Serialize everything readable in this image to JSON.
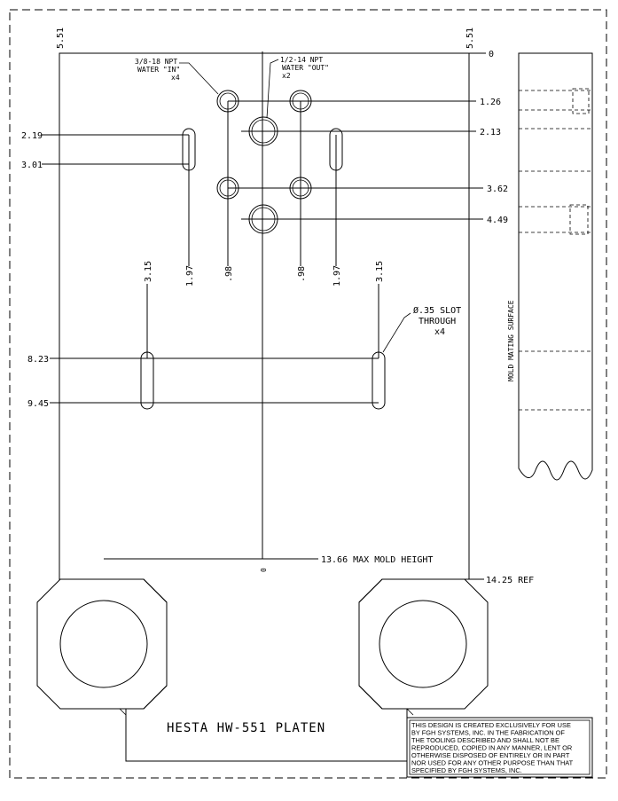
{
  "drawing": {
    "title": "HESTA HW-551 PLATEN",
    "top_left_dim": "5.51",
    "top_right_dim": "5.51",
    "right_dims": [
      "0",
      "1.26",
      "2.13",
      "3.62",
      "4.49"
    ],
    "left_dims": [
      "2.19",
      "3.01",
      "8.23",
      "9.45"
    ],
    "vertical_dims": [
      "1.97",
      ".98",
      ".98",
      "1.97",
      "3.15",
      "3.15"
    ],
    "center_zero": "0",
    "max_mold_height": "13.66 MAX MOLD HEIGHT",
    "ref_dim": "14.25 REF",
    "side_label": "MOLD MATING SURFACE"
  },
  "callouts": {
    "water_in": [
      "3/8-18 NPT",
      "WATER \"IN\"",
      "x4"
    ],
    "water_out": [
      "1/2-14 NPT",
      "WATER \"OUT\"",
      "x2"
    ],
    "slot": [
      "Ø.35 SLOT",
      "THROUGH",
      "x4"
    ]
  },
  "disclaimer": [
    "THIS DESIGN IS CREATED EXCLUSIVELY FOR USE",
    "BY FGH SYSTEMS, INC. IN THE FABRICATION OF",
    "THE TOOLING DESCRIBED AND SHALL NOT BE",
    "REPRODUCED, COPIED IN ANY MANNER, LENT OR",
    "OTHERWISE DISPOSED OF ENTIRELY OR IN PART",
    "NOR USED FOR ANY OTHER PURPOSE THAN THAT",
    "SPECIFIED BY FGH SYSTEMS, INC."
  ]
}
